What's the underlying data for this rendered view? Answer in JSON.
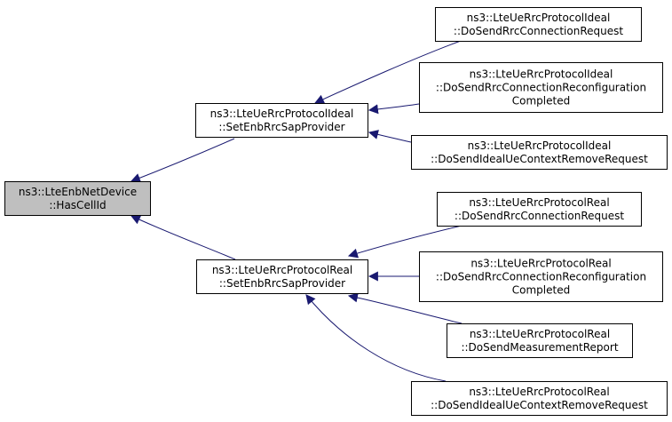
{
  "colors": {
    "edge": "#191970",
    "node_border": "#000000",
    "node_fill": "#ffffff",
    "root_fill": "#bfbfbf"
  },
  "nodes": [
    {
      "id": "root",
      "lines": [
        "ns3::LteEnbNetDevice",
        "::HasCellId"
      ],
      "root": true
    },
    {
      "id": "ideal-set",
      "lines": [
        "ns3::LteUeRrcProtocolIdeal",
        "::SetEnbRrcSapProvider"
      ]
    },
    {
      "id": "real-set",
      "lines": [
        "ns3::LteUeRrcProtocolReal",
        "::SetEnbRrcSapProvider"
      ]
    },
    {
      "id": "ideal-conn-req",
      "lines": [
        "ns3::LteUeRrcProtocolIdeal",
        "::DoSendRrcConnectionRequest"
      ]
    },
    {
      "id": "ideal-reconf",
      "lines": [
        "ns3::LteUeRrcProtocolIdeal",
        "::DoSendRrcConnectionReconfiguration",
        "Completed"
      ]
    },
    {
      "id": "ideal-ue-ctx",
      "lines": [
        "ns3::LteUeRrcProtocolIdeal",
        "::DoSendIdealUeContextRemoveRequest"
      ]
    },
    {
      "id": "real-conn-req",
      "lines": [
        "ns3::LteUeRrcProtocolReal",
        "::DoSendRrcConnectionRequest"
      ]
    },
    {
      "id": "real-reconf",
      "lines": [
        "ns3::LteUeRrcProtocolReal",
        "::DoSendRrcConnectionReconfiguration",
        "Completed"
      ]
    },
    {
      "id": "real-meas",
      "lines": [
        "ns3::LteUeRrcProtocolReal",
        "::DoSendMeasurementReport"
      ]
    },
    {
      "id": "real-ue-ctx",
      "lines": [
        "ns3::LteUeRrcProtocolReal",
        "::DoSendIdealUeContextRemoveRequest"
      ]
    }
  ],
  "edges": [
    {
      "from": "ideal-set",
      "to": "root"
    },
    {
      "from": "real-set",
      "to": "root"
    },
    {
      "from": "ideal-conn-req",
      "to": "ideal-set"
    },
    {
      "from": "ideal-reconf",
      "to": "ideal-set"
    },
    {
      "from": "ideal-ue-ctx",
      "to": "ideal-set"
    },
    {
      "from": "real-conn-req",
      "to": "real-set"
    },
    {
      "from": "real-reconf",
      "to": "real-set"
    },
    {
      "from": "real-meas",
      "to": "real-set"
    },
    {
      "from": "real-ue-ctx",
      "to": "real-set"
    }
  ]
}
